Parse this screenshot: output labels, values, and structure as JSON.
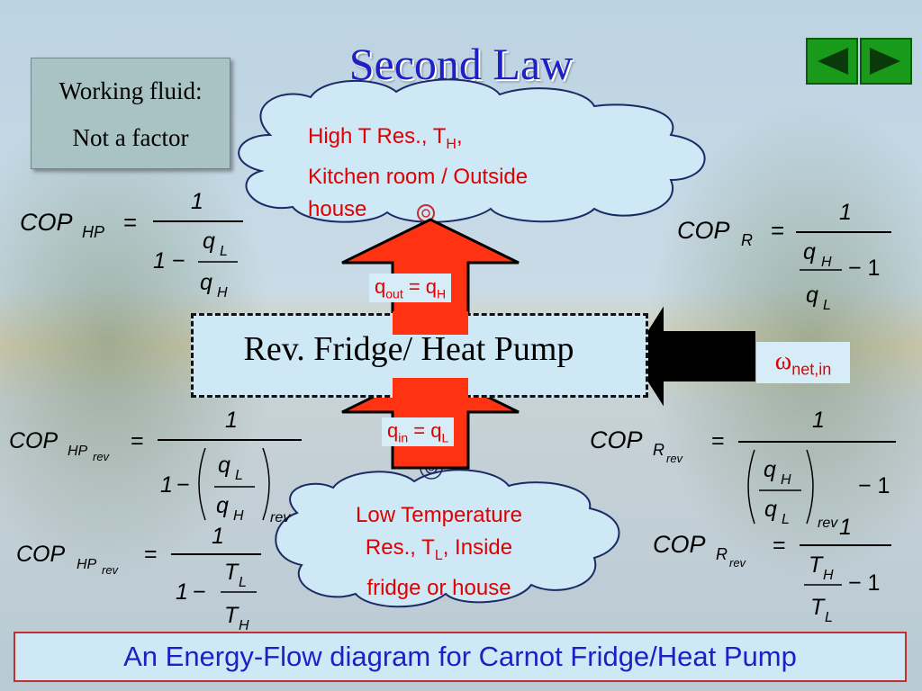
{
  "slide": {
    "title": "Second Law",
    "footer": "An Energy-Flow diagram for Carnot Fridge/Heat Pump",
    "fluid_box": {
      "line1": "Working fluid:",
      "line2": "Not a factor"
    }
  },
  "nav": {
    "prev_icon": "triangle-left-icon",
    "next_icon": "triangle-right-icon",
    "color": "#1a9a1a"
  },
  "diagram": {
    "high_reservoir": {
      "line1": "High T Res., T",
      "line1_sub": "H",
      "line1_end": ",",
      "line2": "Kitchen room / Outside",
      "line3": "house"
    },
    "low_reservoir": {
      "line1": "Low Temperature",
      "line2_pre": "Res., T",
      "line2_sub": "L",
      "line2_end": ", Inside",
      "line3": "fridge or house"
    },
    "q_out": {
      "pre": "q",
      "sub1": "out",
      "mid": " = q",
      "sub2": "H"
    },
    "q_in": {
      "pre": "q",
      "sub1": "in",
      "mid": " = q",
      "sub2": "L"
    },
    "device_label": "Rev. Fridge/ Heat Pump",
    "work_input": {
      "symbol": "ω",
      "sub": "net,in"
    },
    "colors": {
      "arrow_fill": "#ff3311",
      "cloud_fill": "#cfe8f6",
      "reservoir_text": "#e00000",
      "title": "#1f1fc7"
    }
  },
  "formulas": {
    "cop": "COP",
    "hp": "HP",
    "r": "R",
    "rev": "rev",
    "one": "1",
    "minus": "−",
    "minus_one": "− 1",
    "equals": "=",
    "q": "q",
    "t": "T",
    "h": "H",
    "l": "L"
  }
}
